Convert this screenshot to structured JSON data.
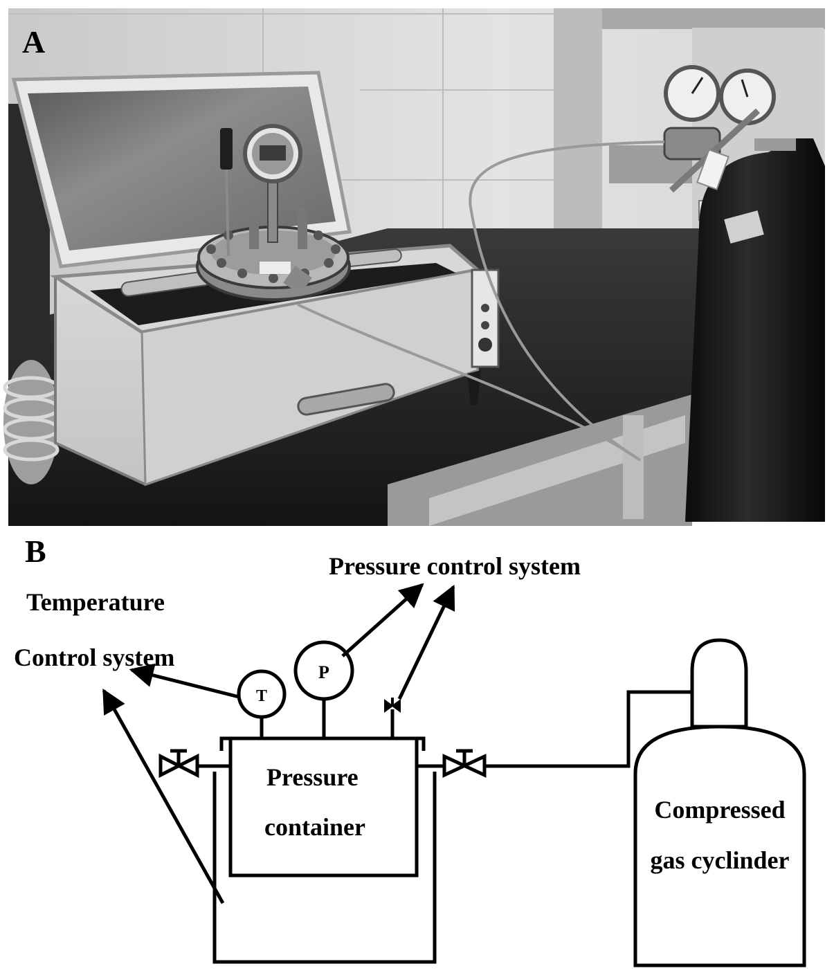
{
  "panels": {
    "a": {
      "label": "A"
    },
    "b": {
      "label": "B"
    }
  },
  "diagram": {
    "pressure_control_label": "Pressure control system",
    "temperature_label_line1": "Temperature",
    "temperature_label_line2": "Control system",
    "thermometer_symbol": "T",
    "pressure_gauge_symbol": "P",
    "container_label_line1": "Pressure",
    "container_label_line2": "container",
    "cylinder_label_line1": "Compressed",
    "cylinder_label_line2": "gas cyclinder"
  }
}
